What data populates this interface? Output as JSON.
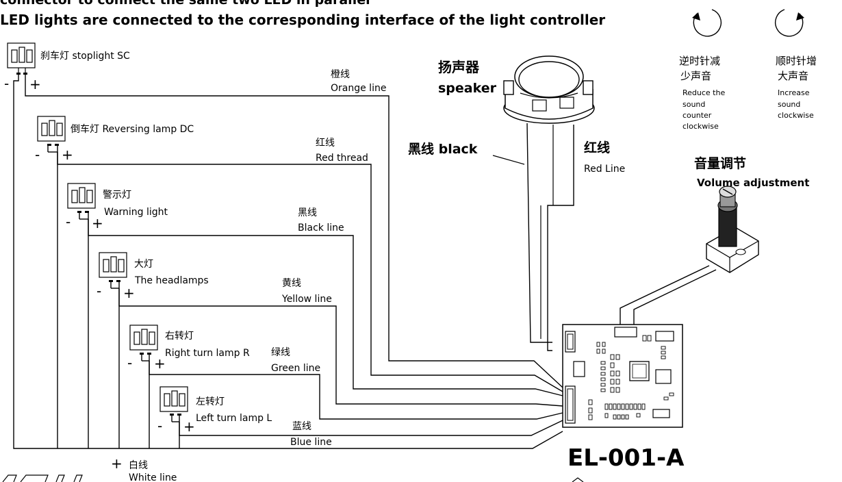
{
  "header": {
    "line1": "connector to connect the same two LED in parallel",
    "line2": "LED lights are connected to the corresponding interface of the light controller"
  },
  "lights": [
    {
      "cn": "刹车灯",
      "en": "stoplight SC"
    },
    {
      "cn": "倒车灯",
      "en": "Reversing lamp DC"
    },
    {
      "cn": "警示灯",
      "en": "Warning light"
    },
    {
      "cn": "大灯",
      "en": "The headlamps"
    },
    {
      "cn": "右转灯",
      "en": "Right turn lamp R"
    },
    {
      "cn": "左转灯",
      "en": "Left turn lamp L"
    }
  ],
  "polarity": {
    "minus": "-",
    "plus": "+"
  },
  "wires": [
    {
      "cn": "橙线",
      "en": "Orange line"
    },
    {
      "cn": "红线",
      "en": "Red thread"
    },
    {
      "cn": "黑线",
      "en": "Black line"
    },
    {
      "cn": "黄线",
      "en": "Yellow line"
    },
    {
      "cn": "绿线",
      "en": "Green line"
    },
    {
      "cn": "蓝线",
      "en": "Blue line"
    }
  ],
  "white_wire": {
    "cn": "白线",
    "en": "White line",
    "plus": "+"
  },
  "speaker": {
    "cn": "扬声器",
    "en": "speaker",
    "black_wire": "黑线 black",
    "red_cn": "红线",
    "red_en": "Red Line"
  },
  "volume": {
    "title_cn": "音量调节",
    "title_en": "Volume adjustment",
    "ccw_cn_1": "逆时针减",
    "ccw_cn_2": "少声音",
    "ccw_en_1": "Reduce the",
    "ccw_en_2": "sound",
    "ccw_en_3": "counter",
    "ccw_en_4": "clockwise",
    "cw_cn_1": "顺时针增",
    "cw_cn_2": "大声音",
    "cw_en_1": "Increase",
    "cw_en_2": "sound",
    "cw_en_3": "clockwise"
  },
  "board": {
    "model": "EL-001-A"
  }
}
